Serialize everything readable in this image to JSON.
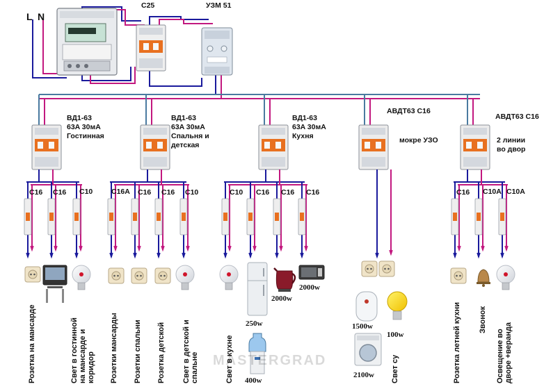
{
  "colors": {
    "phase": "#1a1a9c",
    "neutral": "#c2187f",
    "bus": "#4a7aa0",
    "breaker_body": "#e8e8e8",
    "breaker_orange": "#e87020",
    "socket": "#f0e4c8"
  },
  "supply": {
    "L": "L",
    "N": "N"
  },
  "top": {
    "c25": "C25",
    "uzm": "УЗМ 51"
  },
  "groups": [
    {
      "rcd_lines": [
        "ВД1-63",
        "63A 30мA",
        "Гостинная"
      ],
      "breakers": [
        "C16",
        "C16",
        "C10"
      ],
      "loads": [
        "Розетка на мансарде",
        "Свет в гостинной на мансарде и коридор"
      ],
      "load_icons": [
        "socket-icon",
        "tv-icon",
        "bulb-icon"
      ]
    },
    {
      "rcd_lines": [
        "ВД1-63",
        "63A 30мA",
        "Спальня и",
        "детская"
      ],
      "breakers": [
        "C16A",
        "C16",
        "C16",
        "C10"
      ],
      "loads": [
        "Розетки мансарды",
        "Розетки спальни",
        "Розетка детской",
        "Свет в детской и спальне"
      ],
      "load_icons": [
        "socket-icon",
        "socket-icon",
        "socket-icon",
        "bulb-icon"
      ]
    },
    {
      "rcd_lines": [
        "ВД1-63",
        "63A 30мA",
        "Кухня"
      ],
      "breakers": [
        "C10",
        "C16",
        "C16",
        "C16"
      ],
      "loads": [
        "Свет в кухне"
      ],
      "load_icons": [
        "bulb-icon",
        "fridge-icon",
        "kettle-icon",
        "microwave-icon"
      ],
      "powers": [
        "250w",
        "2000w",
        "2000w",
        "400w"
      ]
    },
    {
      "rcd_lines": [
        "АВДТ63 С16",
        "мокре УЗО"
      ],
      "breakers": [],
      "loads": [
        "Свет су"
      ],
      "load_icons": [
        "socket-icon",
        "socket-icon",
        "boiler-icon",
        "yellow-bulb-icon",
        "washer-icon"
      ],
      "powers": [
        "1500w",
        "100w",
        "2100w"
      ]
    },
    {
      "rcd_lines": [
        "АВДТ63 С16",
        "2 линии",
        "во двор"
      ],
      "breakers": [
        "C16",
        "C10A",
        "C10A"
      ],
      "loads": [
        "Розетка летней кухни",
        "Звонок",
        "Освещение во дворе +веранда"
      ],
      "load_icons": [
        "socket-icon",
        "bell-icon",
        "bulb-icon"
      ]
    }
  ],
  "watermark": "MASTERGRAD"
}
